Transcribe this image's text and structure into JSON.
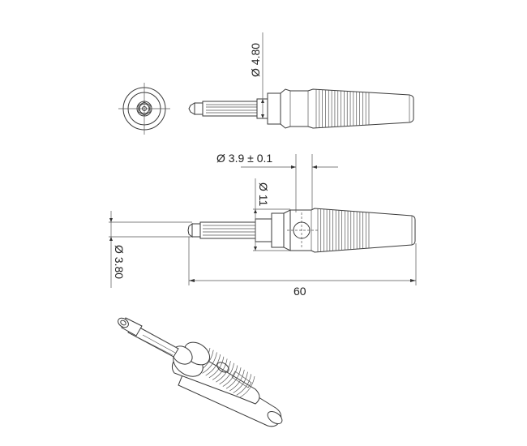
{
  "drawing": {
    "subject": "banana plug connector technical drawing",
    "views": [
      "end-view",
      "side-view",
      "dimensioned-side-view",
      "isometric-view"
    ],
    "dimensions": {
      "pin_collar_diameter": "Ø 4.80",
      "cross_hole_diameter": "Ø 3.9 ± 0.1",
      "body_diameter": "Ø 11",
      "pin_diameter": "Ø 3.80",
      "overall_length": "60"
    },
    "units": "mm",
    "line_color": "#3a3a3a",
    "background": "#ffffff"
  }
}
